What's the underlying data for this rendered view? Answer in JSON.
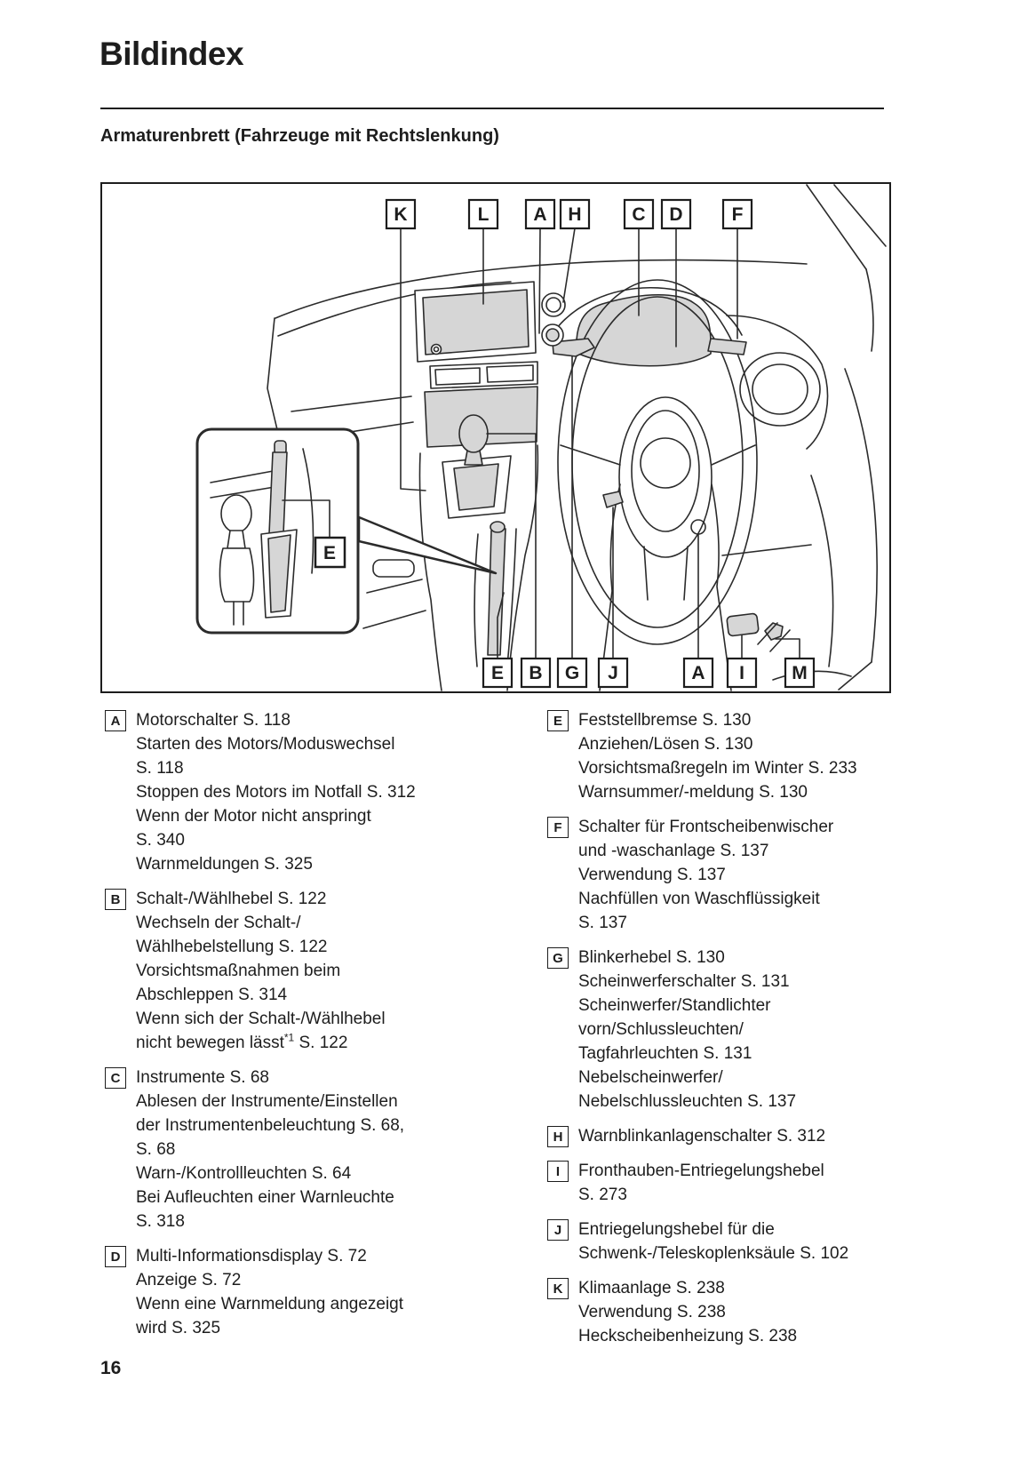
{
  "page": {
    "title": "Bildindex",
    "subtitle": "Armaturenbrett (Fahrzeuge mit Rechtslenkung)",
    "number": "16"
  },
  "colors": {
    "ink": "#1d1d1d",
    "shade": "#d6d6d6"
  },
  "diagram": {
    "description": "Strichzeichnung Armaturenbrett mit Rechtslenkung, Callout-Beschriftungen",
    "top_labels": [
      "K",
      "L",
      "A",
      "H",
      "C",
      "D",
      "F"
    ],
    "bottom_labels": [
      "E",
      "B",
      "G",
      "J",
      "A",
      "I",
      "M"
    ],
    "inset_label": "E"
  },
  "legend": {
    "left": [
      {
        "letter": "A",
        "lines": [
          "Motorschalter S. 118",
          "Starten des Motors/Moduswechsel",
          "S. 118",
          "Stoppen des Motors im Notfall S. 312",
          "Wenn der Motor nicht anspringt",
          "S. 340",
          "Warnmeldungen S. 325"
        ]
      },
      {
        "letter": "B",
        "lines": [
          "Schalt-/Wählhebel S. 122",
          "Wechseln der Schalt-/",
          "Wählhebelstellung S. 122",
          "Vorsichtsmaßnahmen beim",
          "Abschleppen S. 314",
          "Wenn sich der Schalt-/Wählhebel",
          "nicht bewegen lässt*1 S. 122"
        ]
      },
      {
        "letter": "C",
        "lines": [
          "Instrumente S. 68",
          "Ablesen der Instrumente/Einstellen",
          "der Instrumentenbeleuchtung S. 68,",
          "S. 68",
          "Warn-/Kontrollleuchten S. 64",
          "Bei Aufleuchten einer Warnleuchte",
          "S. 318"
        ]
      },
      {
        "letter": "D",
        "lines": [
          "Multi-Informationsdisplay S. 72",
          "Anzeige S. 72",
          "Wenn eine Warnmeldung angezeigt",
          "wird S. 325"
        ]
      }
    ],
    "right": [
      {
        "letter": "E",
        "lines": [
          "Feststellbremse S. 130",
          "Anziehen/Lösen S. 130",
          "Vorsichtsmaßregeln im Winter S. 233",
          "Warnsummer/-meldung S. 130"
        ]
      },
      {
        "letter": "F",
        "lines": [
          "Schalter für Frontscheibenwischer",
          "und -waschanlage S. 137",
          "Verwendung S. 137",
          "Nachfüllen von Waschflüssigkeit",
          "S. 137"
        ]
      },
      {
        "letter": "G",
        "lines": [
          "Blinkerhebel S. 130",
          "Scheinwerferschalter S. 131",
          "Scheinwerfer/Standlichter",
          "vorn/Schlussleuchten/",
          "Tagfahrleuchten S. 131",
          "Nebelscheinwerfer/",
          "Nebelschlussleuchten S. 137"
        ]
      },
      {
        "letter": "H",
        "lines": [
          "Warnblinkanlagenschalter S. 312"
        ]
      },
      {
        "letter": "I",
        "lines": [
          "Fronthauben-Entriegelungshebel",
          "S. 273"
        ]
      },
      {
        "letter": "J",
        "lines": [
          "Entriegelungshebel für die",
          "Schwenk-/Teleskoplenksäule S. 102"
        ]
      },
      {
        "letter": "K",
        "lines": [
          "Klimaanlage S. 238",
          "Verwendung S. 238",
          "Heckscheibenheizung S. 238"
        ]
      }
    ]
  }
}
